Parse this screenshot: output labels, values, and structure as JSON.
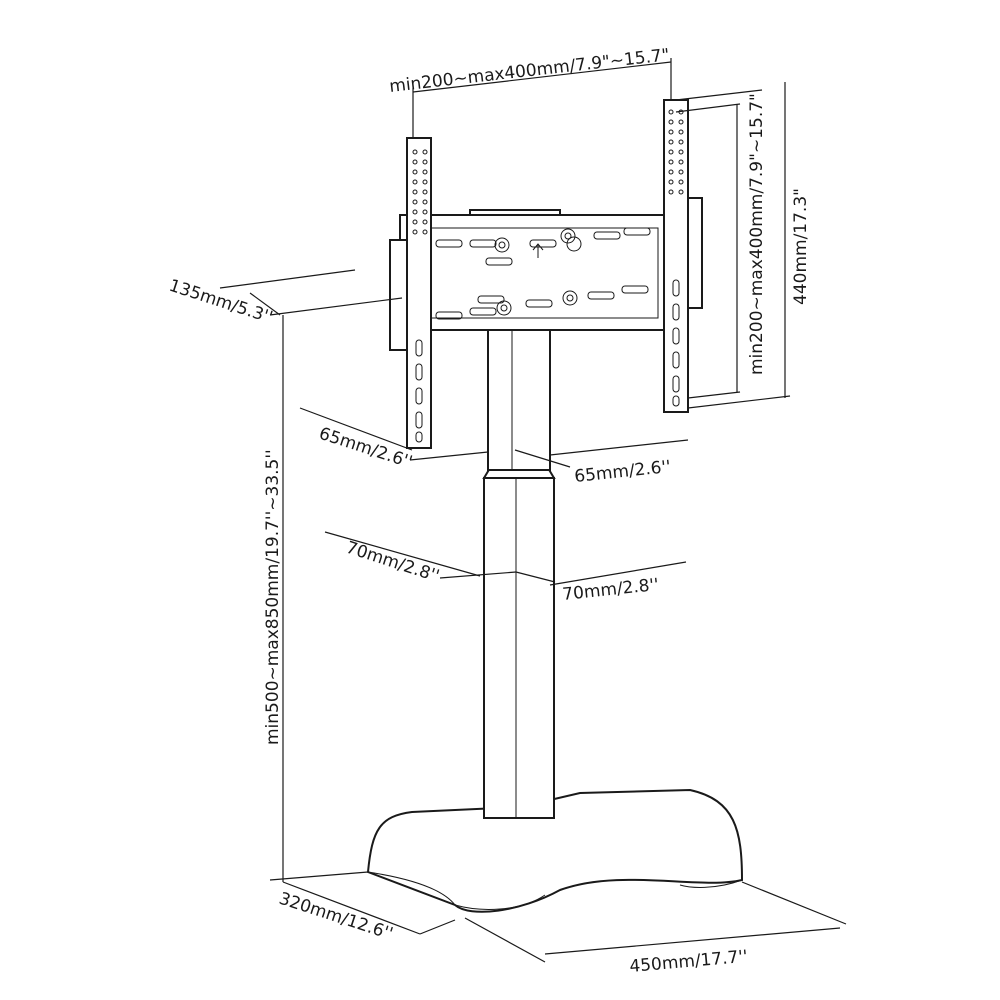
{
  "dimensions": {
    "vesa_width": "min200~max400mm/7.9\"~15.7\"",
    "vesa_height": "min200~max400mm/7.9\"~15.7\"",
    "bracket_height": "440mm/17.3\"",
    "bracket_depth": "135mm/5.3''",
    "upper_pole_depth": "65mm/2.6''",
    "upper_pole_width": "65mm/2.6''",
    "lower_pole_depth": "70mm/2.8''",
    "lower_pole_width": "70mm/2.8''",
    "height_range": "min500~max850mm/19.7''~33.5''",
    "base_depth": "320mm/12.6''",
    "base_width": "450mm/17.7''"
  }
}
